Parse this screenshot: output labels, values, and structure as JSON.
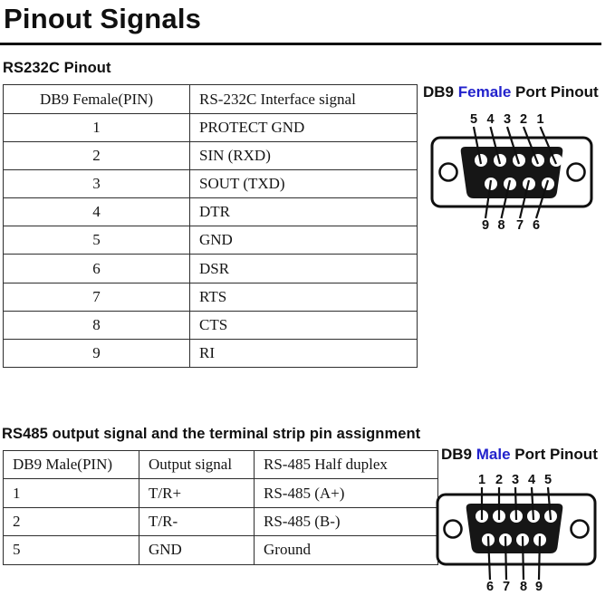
{
  "page": {
    "title": "Pinout Signals"
  },
  "colors": {
    "highlight_blue": "#2222cc",
    "text": "#141414"
  },
  "rs232_section": {
    "heading": "RS232C Pinout",
    "table": {
      "headers": [
        "DB9 Female(PIN)",
        "RS-232C Interface signal"
      ],
      "rows": [
        [
          "1",
          "PROTECT GND"
        ],
        [
          "2",
          "SIN (RXD)"
        ],
        [
          "3",
          "SOUT (TXD)"
        ],
        [
          "4",
          "DTR"
        ],
        [
          "5",
          "GND"
        ],
        [
          "6",
          "DSR"
        ],
        [
          "7",
          "RTS"
        ],
        [
          "8",
          "CTS"
        ],
        [
          "9",
          "RI"
        ]
      ]
    }
  },
  "rs485_section": {
    "heading": "RS485 output signal and the terminal strip pin assignment",
    "table": {
      "headers": [
        "DB9 Male(PIN)",
        "Output signal",
        "RS-485 Half duplex"
      ],
      "rows": [
        [
          "1",
          "T/R+",
          "RS-485 (A+)"
        ],
        [
          "2",
          "T/R-",
          "RS-485 (B-)"
        ],
        [
          "5",
          "GND",
          "Ground"
        ]
      ]
    }
  },
  "female_diagram": {
    "title_prefix": "DB9 ",
    "title_highlight": "Female",
    "title_suffix": " Port Pinout",
    "top_pins": [
      "5",
      "4",
      "3",
      "2",
      "1"
    ],
    "bottom_pins": [
      "9",
      "8",
      "7",
      "6"
    ]
  },
  "male_diagram": {
    "title_prefix": "DB9 ",
    "title_highlight": "Male",
    "title_suffix": " Port Pinout",
    "top_pins": [
      "1",
      "2",
      "3",
      "4",
      "5"
    ],
    "bottom_pins": [
      "6",
      "7",
      "8",
      "9"
    ]
  }
}
